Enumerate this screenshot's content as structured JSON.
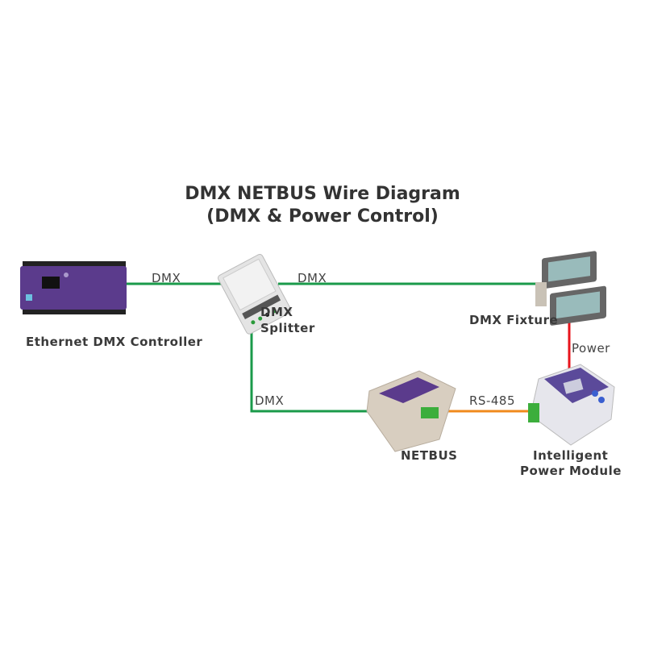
{
  "title": {
    "line1": "DMX NETBUS Wire Diagram",
    "line2": "(DMX & Power Control)"
  },
  "devices": {
    "controller": "Ethernet DMX Controller",
    "splitter_line1": "DMX",
    "splitter_line2": "Splitter",
    "fixture": "DMX Fixture",
    "netbus": "NETBUS",
    "ipm_line1": "Intelligent",
    "ipm_line2": "Power Module"
  },
  "wires": {
    "controller_to_splitter": "DMX",
    "splitter_to_fixture": "DMX",
    "splitter_to_netbus": "DMX",
    "netbus_to_ipm": "RS-485",
    "ipm_to_fixture": "Power"
  },
  "colors": {
    "dmx": "#1a9a4a",
    "rs485": "#f08a1c",
    "power": "#e8141c",
    "device_purple": "#5b3b8c"
  }
}
